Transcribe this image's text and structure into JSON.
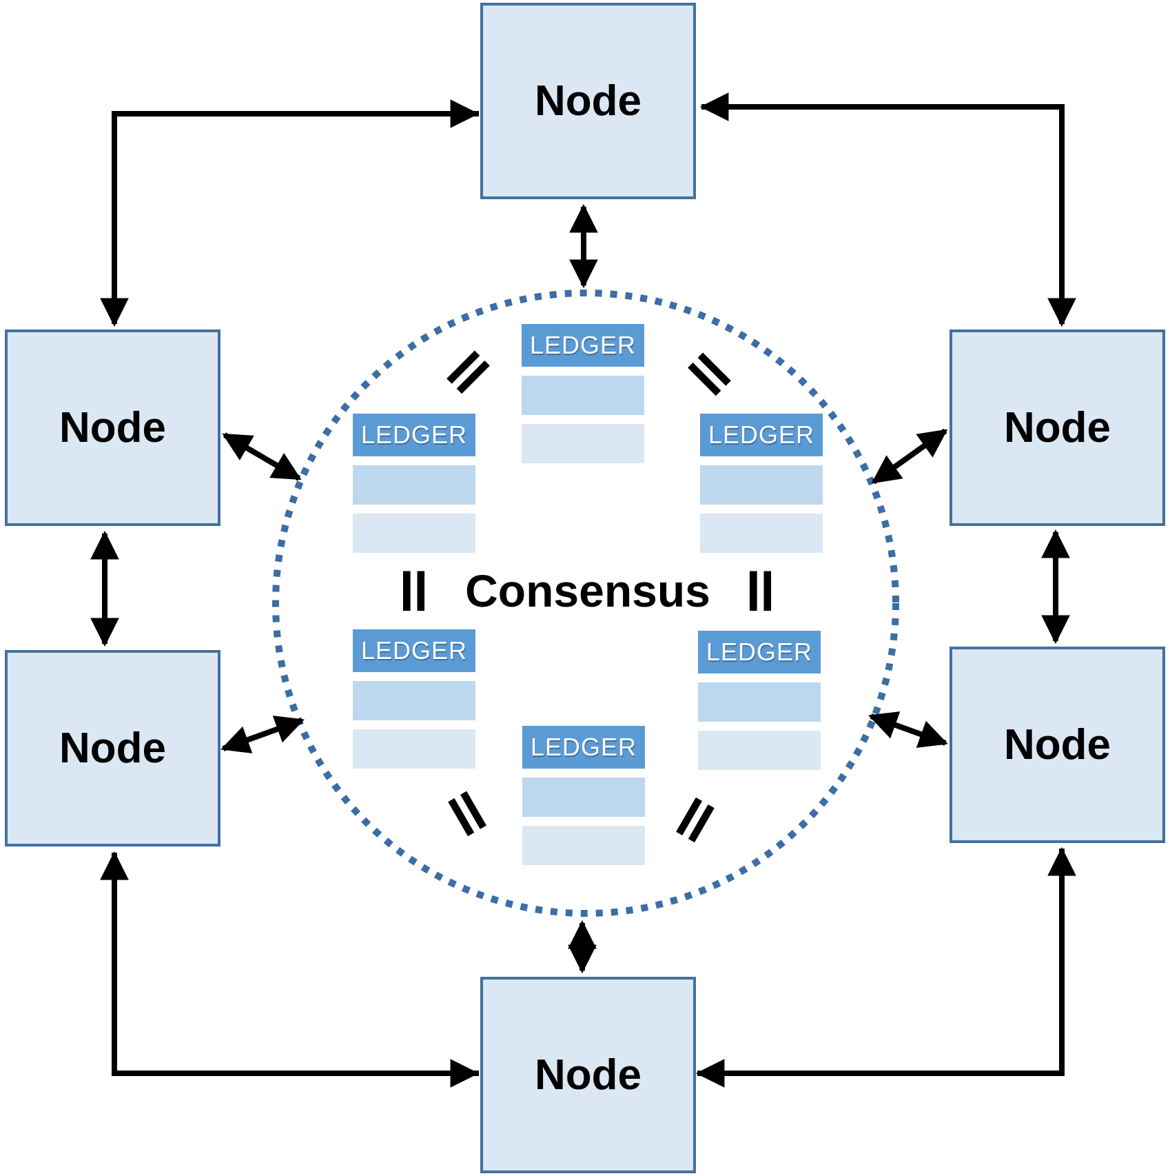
{
  "labels": {
    "node": "Node",
    "ledger": "LEDGER",
    "consensus": "Consensus",
    "equals": "="
  },
  "colors": {
    "node_fill": "#dbe7f3",
    "node_border": "#42719e",
    "ledger_header": "#5b9bd5",
    "ledger_row_mid": "#bdd7ee",
    "ledger_row_light": "#dce7f4",
    "circle_dotted": "#3b6ea5",
    "arrow": "#000000",
    "text": "#000000",
    "ledger_text": "#ffffff"
  },
  "structure": {
    "node_positions": [
      "top",
      "left-upper",
      "left-lower",
      "right-upper",
      "right-lower",
      "bottom"
    ],
    "ledger_positions": [
      "top",
      "middle-left",
      "middle-right",
      "lower-left",
      "lower-right",
      "bottom"
    ],
    "equals_positions": [
      "top-left",
      "top-right",
      "middle-left",
      "middle-right",
      "bottom-left",
      "bottom-right"
    ],
    "connections": [
      "top-node <-> circle",
      "bottom-node <-> circle",
      "left-upper-node <-> left-lower-node",
      "right-upper-node <-> right-lower-node",
      "left-upper-node <-> circle",
      "left-lower-node <-> circle",
      "right-upper-node <-> circle",
      "right-lower-node <-> circle",
      "left-upper-node <-> top-node (elbow)",
      "right-upper-node <-> top-node (elbow)",
      "left-lower-node <-> bottom-node (elbow)",
      "right-lower-node <-> bottom-node (elbow)"
    ]
  }
}
